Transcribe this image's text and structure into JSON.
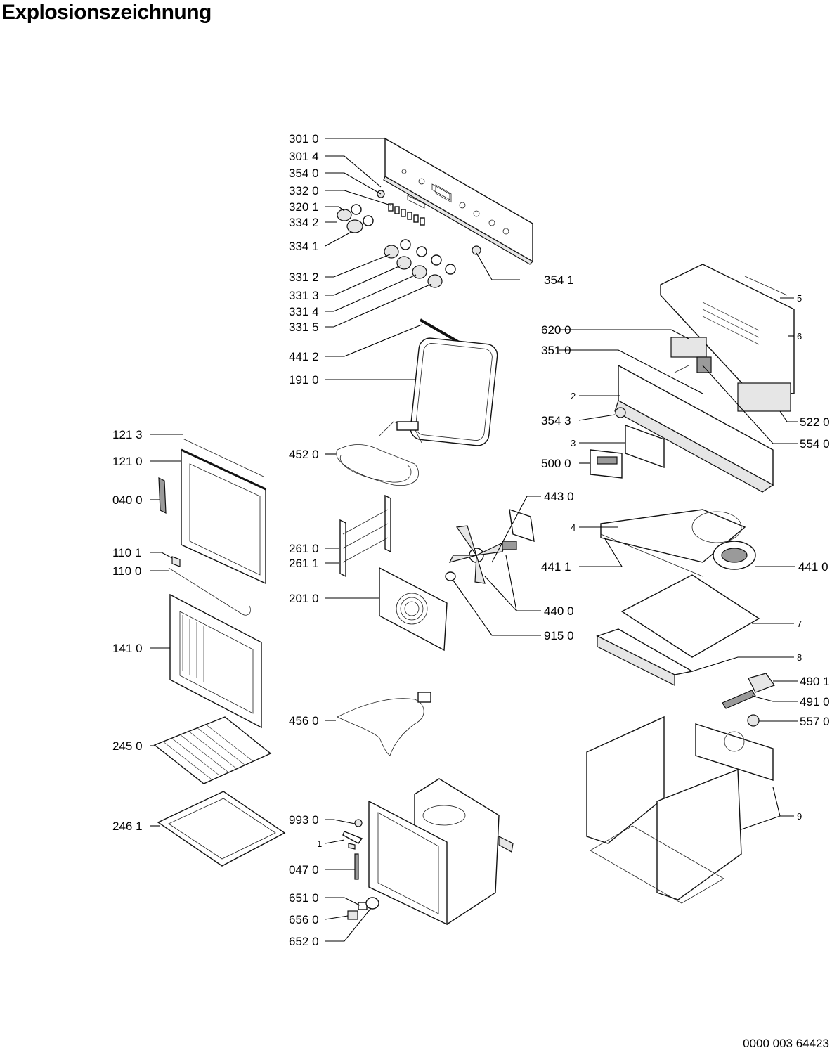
{
  "header": {
    "title": "Explosionszeichnung"
  },
  "footer": {
    "document_number": "0000 003 64423"
  },
  "labels": {
    "l_3010": "301 0",
    "l_3014": "301 4",
    "l_3540": "354 0",
    "l_3320": "332 0",
    "l_3201": "320 1",
    "l_3342": "334 2",
    "l_3341": "334 1",
    "l_3541": "354 1",
    "l_3312": "331 2",
    "l_3313": "331 3",
    "l_3314": "331 4",
    "l_3315": "331 5",
    "l_4412": "441 2",
    "l_1910": "191 0",
    "l_1213": "121 3",
    "l_1210": "121 0",
    "l_4520": "452 0",
    "l_0400": "040 0",
    "l_4430": "443 0",
    "l_2610": "261 0",
    "l_2611": "261 1",
    "l_1101": "110 1",
    "l_1100": "110 0",
    "l_2010": "201 0",
    "l_1410": "141 0",
    "l_4560": "456 0",
    "l_2450": "245 0",
    "l_2461": "246 1",
    "l_9930": "993 0",
    "l_1": "1",
    "l_0470": "047 0",
    "l_6510": "651 0",
    "l_6560": "656 0",
    "l_6520": "652 0",
    "l_5": "5",
    "l_6": "6",
    "l_6200": "620 0",
    "l_3510": "351 0",
    "l_2": "2",
    "l_5220": "522 0",
    "l_3543": "354 3",
    "l_5540": "554 0",
    "l_3": "3",
    "l_5000": "500 0",
    "l_4": "4",
    "l_4411": "441 1",
    "l_4410": "441 0",
    "l_4400": "440 0",
    "l_9150": "915 0",
    "l_7": "7",
    "l_8": "8",
    "l_4901": "490 1",
    "l_4910": "491 0",
    "l_5570": "557 0",
    "l_9": "9"
  }
}
